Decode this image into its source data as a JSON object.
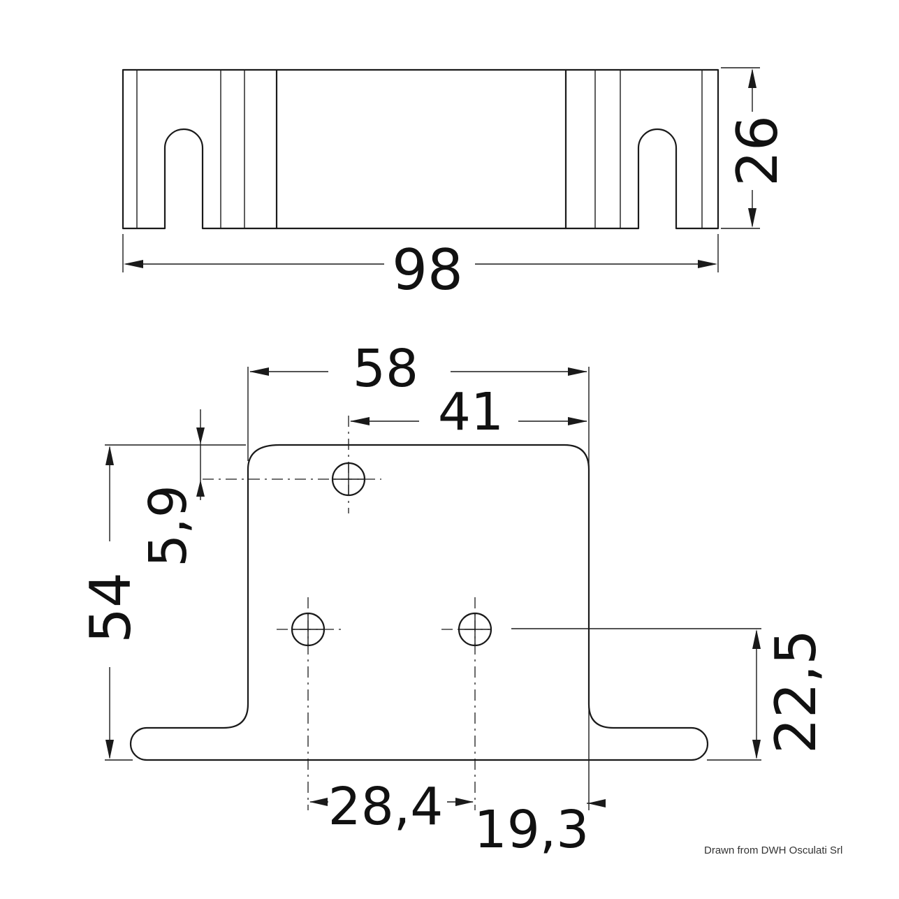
{
  "dimensions": {
    "top_width": "98",
    "top_height": "26",
    "bracket_width": "58",
    "hole_offset_41": "41",
    "top_hole_offset": "5,9",
    "bracket_height": "54",
    "lower_holes_height": "22,5",
    "hole_spacing": "28,4",
    "edge_offset": "19,3"
  },
  "credit": "Drawn from DWH Osculati Srl"
}
